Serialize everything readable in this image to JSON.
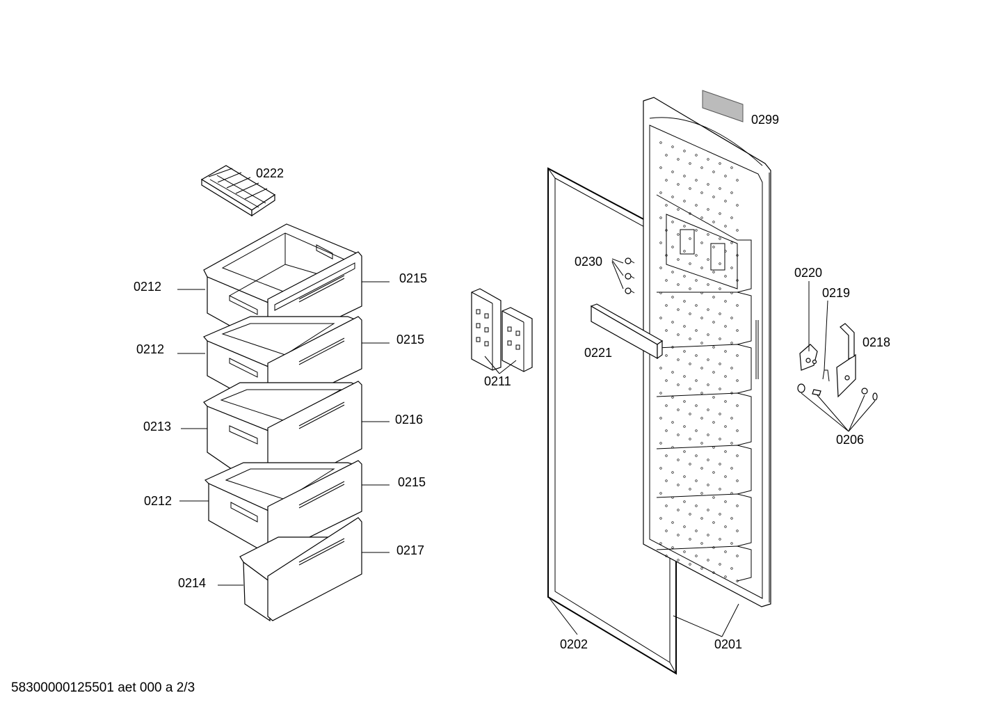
{
  "footer": {
    "text": "58300000125501 aet 000 a 2/3"
  },
  "callouts": {
    "c0222": "0222",
    "c0212a": "0212",
    "c0215a": "0215",
    "c0212b": "0212",
    "c0215b": "0215",
    "c0213": "0213",
    "c0216": "0216",
    "c0212c": "0212",
    "c0215c": "0215",
    "c0214": "0214",
    "c0217": "0217",
    "c0211": "0211",
    "c0230": "0230",
    "c0221": "0221",
    "c0202": "0202",
    "c0201": "0201",
    "c0299": "0299",
    "c0220": "0220",
    "c0219": "0219",
    "c0218": "0218",
    "c0206": "0206"
  }
}
